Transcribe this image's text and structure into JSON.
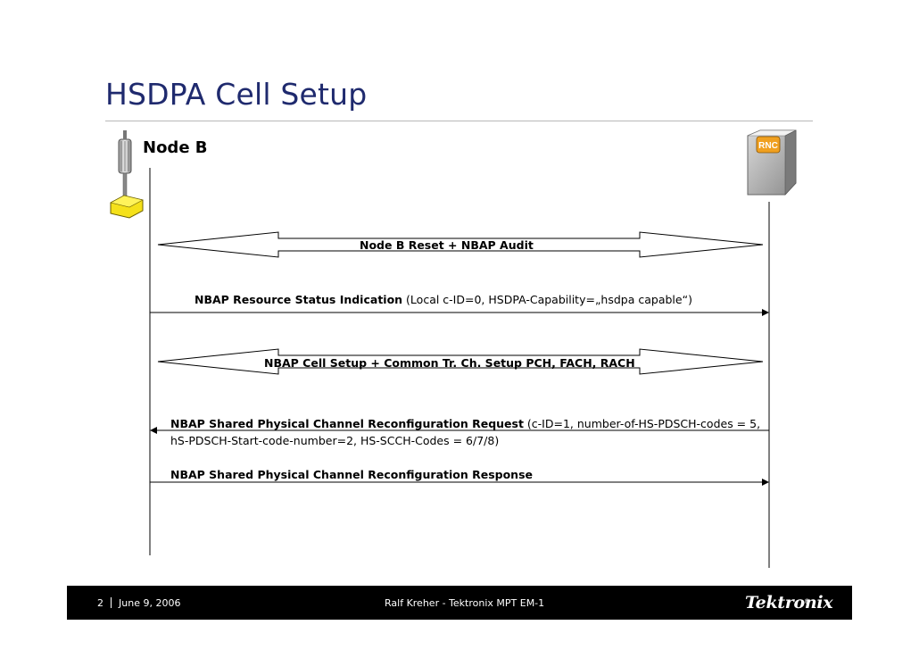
{
  "slide": {
    "title": "HSDPA Cell Setup",
    "node_b_label": "Node B",
    "rnc_label": "RNC"
  },
  "messages": [
    {
      "bold": "Node B Reset + NBAP Audit",
      "normal": ""
    },
    {
      "bold": "NBAP Resource Status Indication",
      "normal": " (Local c-ID=0, HSDPA-Capability=„hsdpa capable“)"
    },
    {
      "bold": "NBAP Cell Setup + Common Tr. Ch. Setup PCH, FACH, RACH",
      "normal": ""
    },
    {
      "bold": "NBAP Shared Physical Channel Reconfiguration Request",
      "normal": " (c-ID=1, number-of-HS-PDSCH-codes = 5, hS-PDSCH-Start-code-number=2, HS-SCCH-Codes = 6/7/8)"
    },
    {
      "bold": "NBAP Shared Physical Channel Reconfiguration Response",
      "normal": ""
    }
  ],
  "footer": {
    "page_number": "2",
    "date": "June 9, 2006",
    "author": "Ralf Kreher - Tektronix MPT EM-1",
    "logo": "Tektronix",
    "logo_mark": "®"
  }
}
